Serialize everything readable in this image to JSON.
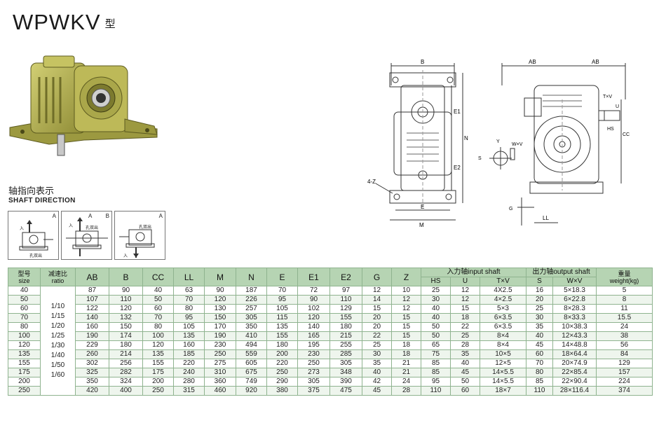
{
  "title": "WPWKV",
  "title_suffix": "型",
  "shaft_direction": {
    "label_cn": "轴指向表示",
    "label_en": "SHAFT DIRECTION",
    "box1": {
      "mark": "A",
      "in_label": "入",
      "out_label": "孔双出"
    },
    "box2": {
      "mark_a": "A",
      "mark_b": "B",
      "in_label": "入",
      "out_label": "孔双出"
    },
    "box3": {
      "mark": "A",
      "in_label": "入",
      "out_label": "孔双出"
    }
  },
  "drawing_labels": {
    "front": {
      "b": "B",
      "e1": "E1",
      "e2": "E2",
      "n": "N",
      "z": "4-Z",
      "e": "E",
      "m": "M"
    },
    "side": {
      "ab1": "AB",
      "ab2": "AB",
      "txv": "T×V",
      "u": "U",
      "hs": "HS",
      "cc": "CC",
      "y": "Y",
      "wv": "W×V",
      "s": "S",
      "g": "G",
      "ll": "LL"
    }
  },
  "table": {
    "headers": {
      "size_cn": "型号",
      "size_en": "size",
      "ratio_cn": "减速比",
      "ratio_en": "ratio",
      "dims": [
        "AB",
        "B",
        "CC",
        "LL",
        "M",
        "N",
        "E",
        "E1",
        "E2",
        "G",
        "Z"
      ],
      "input_shaft": "入力轴input shaft",
      "input_cols": [
        "HS",
        "U",
        "T×V"
      ],
      "output_shaft": "出力轴output shaft",
      "output_cols": [
        "S",
        "W×V"
      ],
      "weight_cn": "重量",
      "weight_en": "weight(kg)"
    },
    "ratios": [
      "1/10",
      "1/15",
      "1/20",
      "1/25",
      "1/30",
      "1/40",
      "1/50",
      "1/60"
    ],
    "rows": [
      [
        "40",
        "87",
        "90",
        "40",
        "63",
        "90",
        "187",
        "70",
        "72",
        "97",
        "12",
        "10",
        "25",
        "12",
        "4X2.5",
        "16",
        "5×18.3",
        "5"
      ],
      [
        "50",
        "107",
        "110",
        "50",
        "70",
        "120",
        "226",
        "95",
        "90",
        "110",
        "14",
        "12",
        "30",
        "12",
        "4×2.5",
        "20",
        "6×22.8",
        "8"
      ],
      [
        "60",
        "122",
        "120",
        "60",
        "80",
        "130",
        "257",
        "105",
        "102",
        "129",
        "15",
        "12",
        "40",
        "15",
        "5×3",
        "25",
        "8×28.3",
        "11"
      ],
      [
        "70",
        "140",
        "132",
        "70",
        "95",
        "150",
        "305",
        "115",
        "120",
        "155",
        "20",
        "15",
        "40",
        "18",
        "6×3.5",
        "30",
        "8×33.3",
        "15.5"
      ],
      [
        "80",
        "160",
        "150",
        "80",
        "105",
        "170",
        "350",
        "135",
        "140",
        "180",
        "20",
        "15",
        "50",
        "22",
        "6×3.5",
        "35",
        "10×38.3",
        "24"
      ],
      [
        "100",
        "190",
        "174",
        "100",
        "135",
        "190",
        "410",
        "155",
        "165",
        "215",
        "22",
        "15",
        "50",
        "25",
        "8×4",
        "40",
        "12×43.3",
        "38"
      ],
      [
        "120",
        "229",
        "180",
        "120",
        "160",
        "230",
        "494",
        "180",
        "195",
        "255",
        "25",
        "18",
        "65",
        "28",
        "8×4",
        "45",
        "14×48.8",
        "56"
      ],
      [
        "135",
        "260",
        "214",
        "135",
        "185",
        "250",
        "559",
        "200",
        "230",
        "285",
        "30",
        "18",
        "75",
        "35",
        "10×5",
        "60",
        "18×64.4",
        "84"
      ],
      [
        "155",
        "302",
        "256",
        "155",
        "220",
        "275",
        "605",
        "220",
        "250",
        "305",
        "35",
        "21",
        "85",
        "40",
        "12×5",
        "70",
        "20×74.9",
        "129"
      ],
      [
        "175",
        "325",
        "282",
        "175",
        "240",
        "310",
        "675",
        "250",
        "273",
        "348",
        "40",
        "21",
        "85",
        "45",
        "14×5.5",
        "80",
        "22×85.4",
        "157"
      ],
      [
        "200",
        "350",
        "324",
        "200",
        "280",
        "360",
        "749",
        "290",
        "305",
        "390",
        "42",
        "24",
        "95",
        "50",
        "14×5.5",
        "85",
        "22×90.4",
        "224"
      ],
      [
        "250",
        "420",
        "400",
        "250",
        "315",
        "460",
        "920",
        "380",
        "375",
        "475",
        "45",
        "28",
        "110",
        "60",
        "18×7",
        "110",
        "28×116.4",
        "374"
      ]
    ]
  },
  "colors": {
    "header_bg": "#b6d4b3",
    "grid": "#8fb38f",
    "gear_body": "#b9b654",
    "line": "#333333"
  }
}
